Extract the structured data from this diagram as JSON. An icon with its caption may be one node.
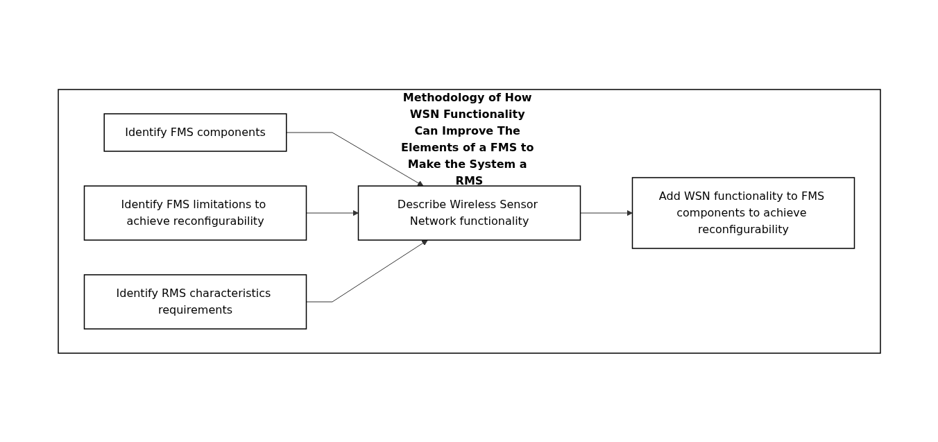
{
  "diagram": {
    "nodes": [
      {
        "text": [
          "Methodology of How WSN Functionality Can Improve The Elements of a FMS to Make the System a RMS"
        ]
      },
      {
        "text": [
          "Identify FMS components"
        ],
        "in": 0
      },
      {
        "text": [
          "Identify FMS limitations to achieve reconfigurability"
        ],
        "in": 0
      },
      {
        "text": [
          "Identify RMS characteristics requirements"
        ],
        "in": 0
      },
      {
        "text": [
          "Describe Wireless Sensor Network functionality"
        ],
        "in": 0
      },
      {
        "text": [
          "Add WSN functionality to FMS components to achieve reconfigurability"
        ],
        "in": 0
      }
    ],
    "edges": [
      {
        "from": 1,
        "to": 4,
        "arrow": "to"
      },
      {
        "from": 2,
        "to": 4,
        "arrow": "to"
      },
      {
        "from": 3,
        "to": 4,
        "arrow": "to"
      },
      {
        "from": 4,
        "to": 5,
        "arrow": "to"
      }
    ]
  }
}
